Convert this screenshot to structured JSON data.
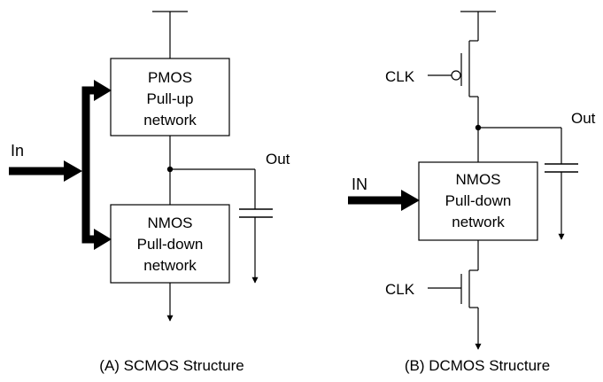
{
  "diagram_a": {
    "pmos_lines": [
      "PMOS",
      "Pull-up",
      "network"
    ],
    "nmos_lines": [
      "NMOS",
      "Pull-down",
      "network"
    ],
    "input_label": "In",
    "output_label": "Out",
    "caption": "(A) SCMOS Structure"
  },
  "diagram_b": {
    "clk_top_label": "CLK",
    "clk_bottom_label": "CLK",
    "nmos_lines": [
      "NMOS",
      "Pull-down",
      "network"
    ],
    "input_label": "IN",
    "output_label": "Out",
    "caption": "(B) DCMOS Structure"
  }
}
